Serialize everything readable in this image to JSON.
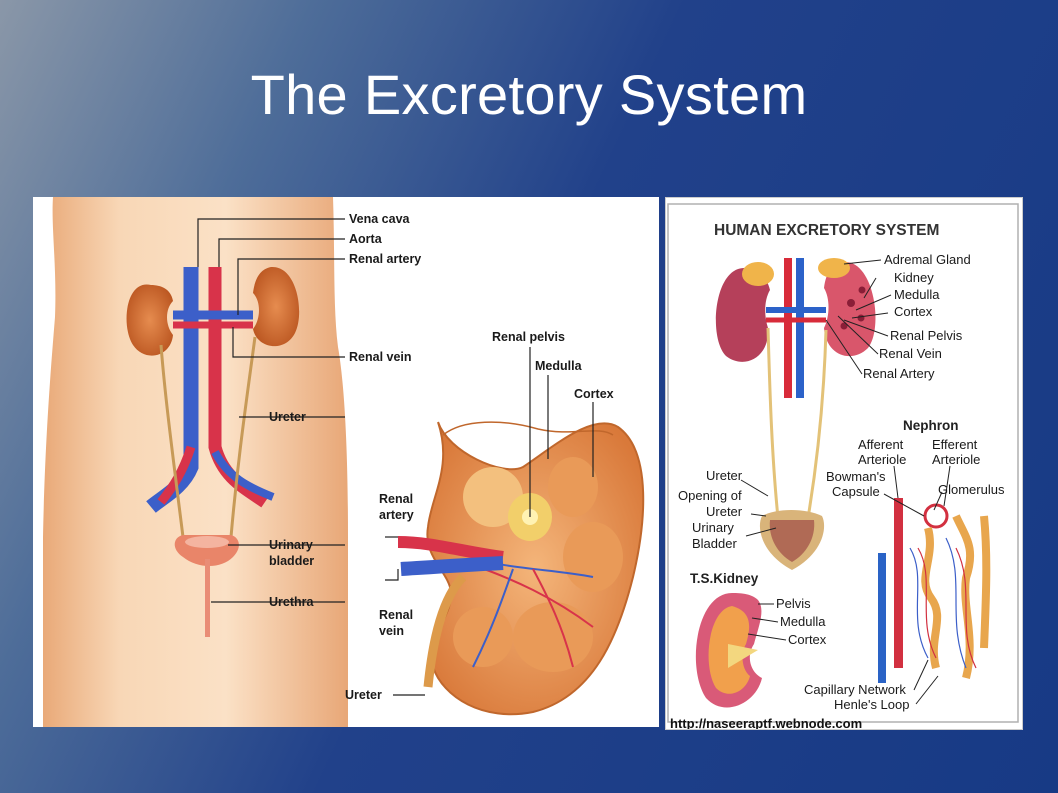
{
  "slide": {
    "title": "The Excretory System"
  },
  "left_figure": {
    "labels": {
      "vena_cava": "Vena cava",
      "aorta": "Aorta",
      "renal_artery": "Renal artery",
      "renal_vein": "Renal vein",
      "ureter": "Ureter",
      "urinary": "Urinary",
      "bladder": "bladder",
      "urethra": "Urethra"
    }
  },
  "middle_figure": {
    "labels": {
      "renal_pelvis": "Renal pelvis",
      "medulla": "Medulla",
      "cortex": "Cortex",
      "renal1": "Renal",
      "artery": "artery",
      "renal2": "Renal",
      "vein": "vein",
      "ureter": "Ureter"
    }
  },
  "right_figure": {
    "title": "HUMAN EXCRETORY SYSTEM",
    "labels": {
      "adrenal_gland": "Adremal Gland",
      "kidney": "Kidney",
      "medulla": "Medulla",
      "cortex": "Cortex",
      "renal_pelvis": "Renal Pelvis",
      "renal_vein": "Renal Vein",
      "renal_artery": "Renal Artery",
      "ureter": "Ureter",
      "opening_of": "Opening of",
      "ureter2": "Ureter",
      "urinary": "Urinary",
      "bladder": "Bladder",
      "ts_kidney": "T.S.Kidney",
      "pelvis": "Pelvis",
      "medulla2": "Medulla",
      "cortex2": "Cortex",
      "nephron": "Nephron",
      "afferent": "Afferent",
      "arteriole1": "Arteriole",
      "efferent": "Efferent",
      "arteriole2": "Arteriole",
      "bowmans": "Bowman's",
      "capsule": "Capsule",
      "glomerulus": "Glomerulus",
      "capillary_network": "Capillary Network",
      "henles_loop": "Henle's Loop"
    },
    "url": "http://naseeraptf.webnode.com"
  }
}
